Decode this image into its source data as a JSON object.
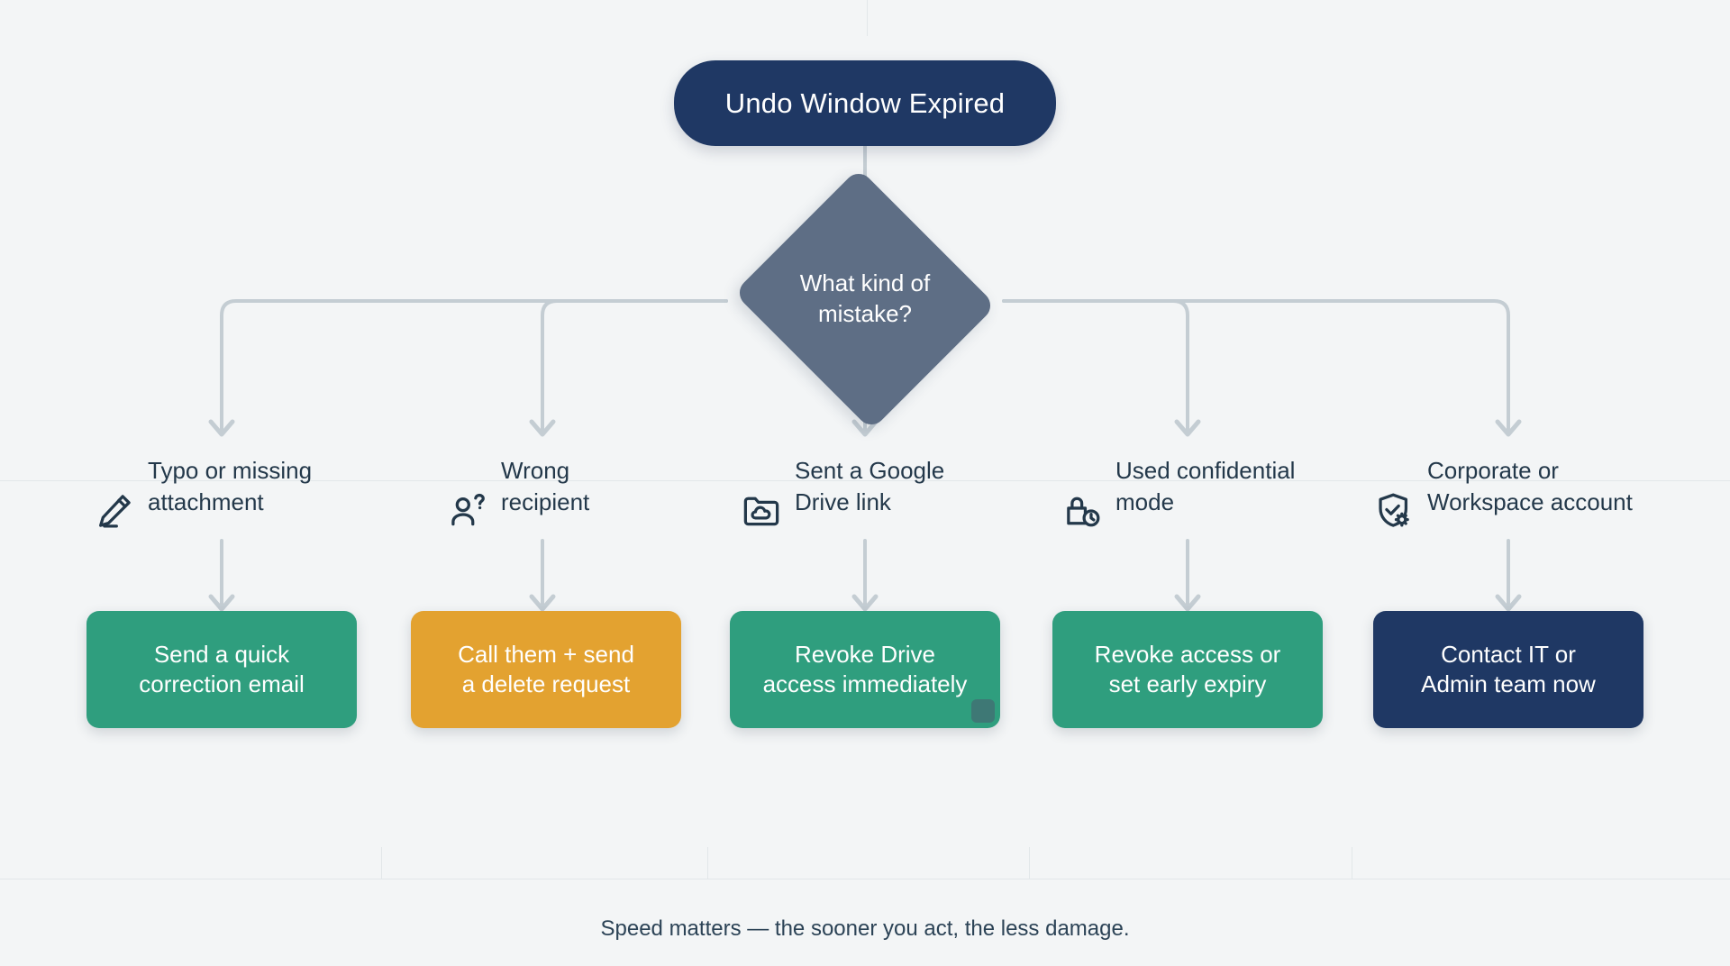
{
  "diagram": {
    "type": "flowchart",
    "start": {
      "label": "Undo Window Expired",
      "color": "#1f3864",
      "text_color": "#ffffff"
    },
    "decision": {
      "label": "What kind of\nmistake?",
      "color": "#5e6e85",
      "text_color": "#ffffff"
    },
    "branches": [
      {
        "icon": "pencil-icon",
        "label": "Typo or missing\nattachment",
        "action": {
          "label": "Send a quick\ncorrection email",
          "color": "#2f9e7e",
          "text_color": "#ffffff"
        }
      },
      {
        "icon": "person-question-icon",
        "label": "Wrong\nrecipient",
        "action": {
          "label": "Call them + send\na delete request",
          "color": "#e3a230",
          "text_color": "#ffffff"
        }
      },
      {
        "icon": "folder-cloud-icon",
        "label": "Sent a Google\nDrive link",
        "action": {
          "label": "Revoke Drive\naccess immediately",
          "color": "#2f9e7e",
          "text_color": "#ffffff"
        }
      },
      {
        "icon": "lock-clock-icon",
        "label": "Used confidential\nmode",
        "action": {
          "label": "Revoke access or\nset early expiry",
          "color": "#2f9e7e",
          "text_color": "#ffffff"
        }
      },
      {
        "icon": "shield-check-gear-icon",
        "label": "Corporate or\nWorkspace account",
        "action": {
          "label": "Contact IT or\nAdmin team now",
          "color": "#1f3864",
          "text_color": "#ffffff"
        }
      }
    ],
    "footer": "Speed matters — the sooner you act, the less damage.",
    "connector_color": "#c4cdd3",
    "background_color": "#f3f5f6",
    "label_text_color": "#23384a"
  }
}
